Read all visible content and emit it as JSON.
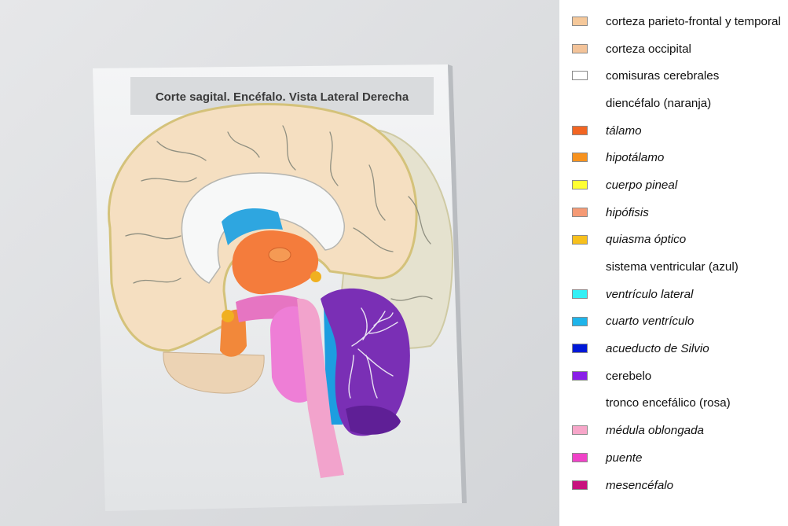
{
  "board_title": "Corte sagital. Encéfalo. Vista Lateral Derecha",
  "legend": [
    {
      "label": "corteza parieto-frontal y temporal",
      "color": "#f5c89a",
      "italic": false
    },
    {
      "label": "corteza occipital",
      "color": "#f3c399",
      "italic": false
    },
    {
      "label": "comisuras cerebrales",
      "color": "#ffffff",
      "italic": false
    },
    {
      "label": "diencéfalo (naranja)",
      "color": null,
      "italic": false
    },
    {
      "label": "tálamo",
      "color": "#f26522",
      "italic": true
    },
    {
      "label": "hipotálamo",
      "color": "#f7921e",
      "italic": true
    },
    {
      "label": "cuerpo pineal",
      "color": "#ffff33",
      "italic": true
    },
    {
      "label": "hipófisis",
      "color": "#f59a75",
      "italic": true
    },
    {
      "label": "quiasma óptico",
      "color": "#f7c01c",
      "italic": true
    },
    {
      "label": "sistema ventricular (azul)",
      "color": null,
      "italic": false
    },
    {
      "label": "ventrículo lateral",
      "color": "#33f0f5",
      "italic": true
    },
    {
      "label": "cuarto ventrículo",
      "color": "#1eb4ea",
      "italic": true
    },
    {
      "label": "acueducto de Silvio",
      "color": "#0018d8",
      "italic": true
    },
    {
      "label": "cerebelo",
      "color": "#8a1ee8",
      "italic": false
    },
    {
      "label": "tronco encefálico (rosa)",
      "color": null,
      "italic": false
    },
    {
      "label": "médula oblongada",
      "color": "#f7a6c9",
      "italic": true
    },
    {
      "label": "puente",
      "color": "#f042c8",
      "italic": true
    },
    {
      "label": "mesencéfalo",
      "color": "#c8127e",
      "italic": true
    }
  ]
}
